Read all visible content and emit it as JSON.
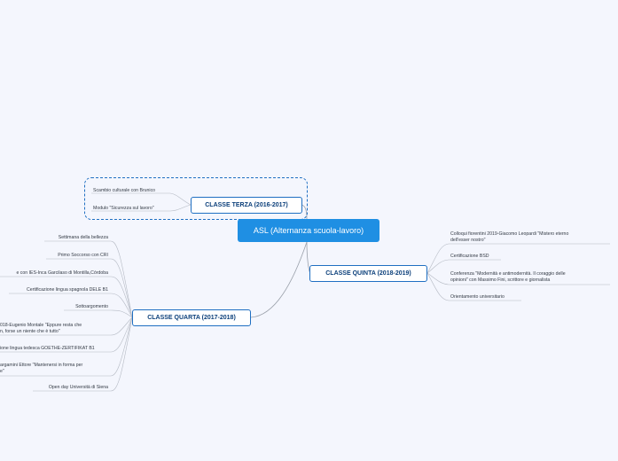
{
  "root": {
    "label": "ASL (Alternanza scuola-lavoro)"
  },
  "branches": {
    "terza": {
      "label": "CLASSE TERZA (2016-2017)",
      "items": [
        "Scambio culturale con Brunico",
        "Modulo \"Sicurezza sul lavoro\""
      ]
    },
    "quinta": {
      "label": "CLASSE QUINTA (2018-2019)",
      "items": [
        [
          "Colloqui fiorentini 2019-Giacomo Leopardi \"Mistero eterno",
          "dell'esser nostro\""
        ],
        [
          "Certificazione BSD"
        ],
        [
          "Conferenza \"Modernità e antimodernità. Il coraggio delle",
          "opinioni\" con Massimo Fini, scrittore e giornalista"
        ],
        [
          "Orientamento universitario"
        ]
      ]
    },
    "quarta": {
      "label": "CLASSE QUARTA (2017-2018)",
      "items": [
        [
          "Settimana della bellezza"
        ],
        [
          "Primo Soccorso con CRI"
        ],
        [
          "e con IES-Inca Garcilaso di Montilla,Córdoba"
        ],
        [
          "Certificazione lingua spagnola DELE B1"
        ],
        [
          "Sottoargomento"
        ],
        [
          "018-Eugenio Montale \"Eppure resta che",
          "n, forse un niente che è tutto\""
        ],
        [
          "ione lingua tedesca GOETHE-ZERTIFIKAT B1"
        ],
        [
          "argamini Ettore \"Mantenersi in forma per",
          "e\""
        ],
        [
          "Open day Università di Siena"
        ]
      ]
    }
  },
  "colors": {
    "background": "#f4f6fd",
    "root_fill": "#1f8fe3",
    "branch_border": "#1f6fc2",
    "connector": "#9aa0aa"
  }
}
